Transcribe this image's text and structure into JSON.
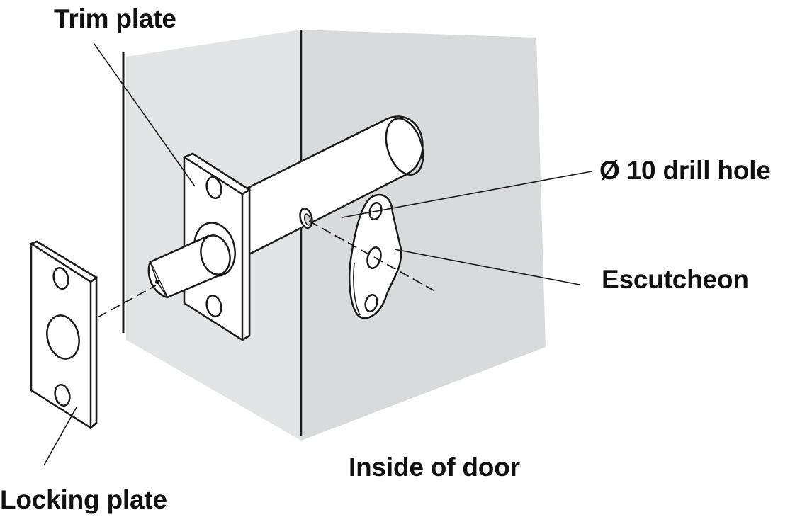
{
  "labels": {
    "trim_plate": "Trim plate",
    "drill_hole": "Ø 10 drill hole",
    "escutcheon": "Escutcheon",
    "inside_of_door": "Inside of door",
    "locking_plate": "Locking plate"
  },
  "colors": {
    "door_face": "#e3e4e6",
    "door_side": "#d9dadc",
    "line": "#1a1a1a",
    "metal": "#ffffff",
    "background": "#ffffff"
  }
}
